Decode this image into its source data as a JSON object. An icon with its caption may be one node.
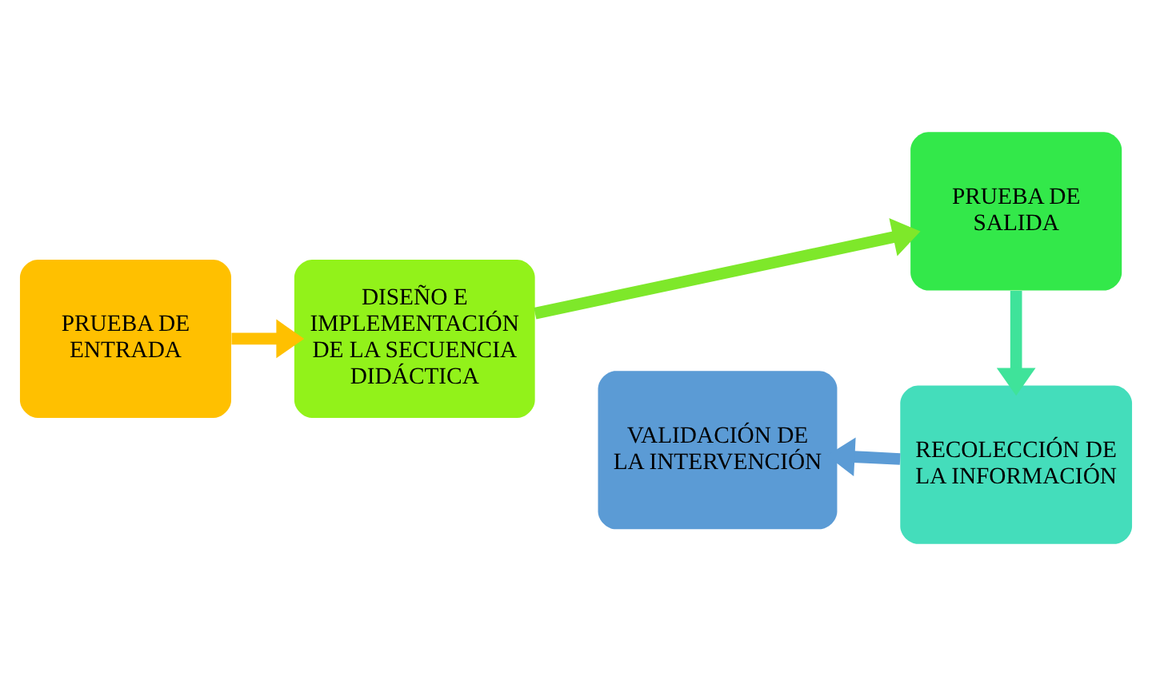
{
  "diagram": {
    "nodes": [
      {
        "text": [
          "PRUEBA DE ENTRADA"
        ]
      },
      {
        "text": [
          "DISEÑO E IMPLEMENTACIÓN DE LA SECUENCIA DIDÁCTICA"
        ]
      },
      {
        "text": [
          "PRUEBA DE SALIDA"
        ]
      },
      {
        "text": [
          "RECOLECCIÓN DE LA INFORMACIÓN"
        ]
      },
      {
        "text": [
          "VALIDACIÓN DE LA INTERVENCIÓN"
        ]
      }
    ],
    "edges": [
      {
        "from": 0,
        "to": 1,
        "arrow": "to",
        "color": "#ffc000"
      },
      {
        "from": 1,
        "to": 2,
        "arrow": "to",
        "color": "#7ee82a"
      },
      {
        "from": 2,
        "to": 3,
        "arrow": "to",
        "color": "#3fe39a"
      },
      {
        "from": 3,
        "to": 4,
        "arrow": "to",
        "color": "#5b9bd5"
      }
    ]
  }
}
